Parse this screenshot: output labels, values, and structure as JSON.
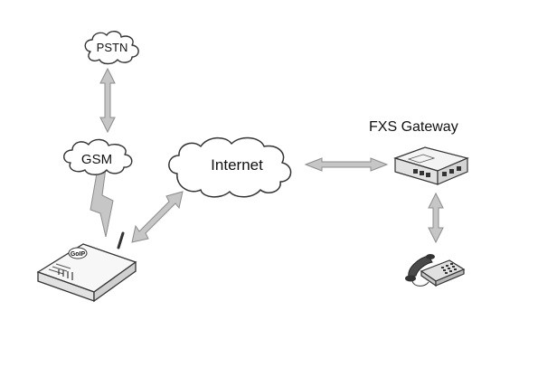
{
  "nodes": {
    "pstn": {
      "label": "PSTN"
    },
    "gsm": {
      "label": "GSM"
    },
    "internet": {
      "label": "Internet"
    },
    "fxs_gateway": {
      "label": "FXS Gateway"
    },
    "gsm_gateway": {
      "logo_text": "GoIP",
      "icon": "router-icon"
    },
    "telephone": {
      "icon": "telephone-icon"
    }
  },
  "colors": {
    "arrow_fill": "#c6c6c6",
    "arrow_stroke": "#8c8c8c",
    "outline": "#333333",
    "text": "#111111"
  }
}
